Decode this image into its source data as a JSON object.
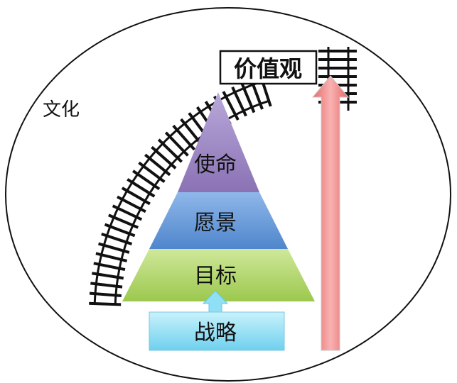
{
  "culture_label": "文化",
  "values_label": "价值观",
  "pyramid": {
    "top": "使命",
    "middle": "愿景",
    "bottom": "目标"
  },
  "base_label": "战略",
  "colors": {
    "mission": "#8e77b6",
    "vision": "#5b8fd0",
    "goal": "#a8d058",
    "strategy": "#7fd8f0",
    "arrow": "#f08484",
    "track": "#111111"
  }
}
